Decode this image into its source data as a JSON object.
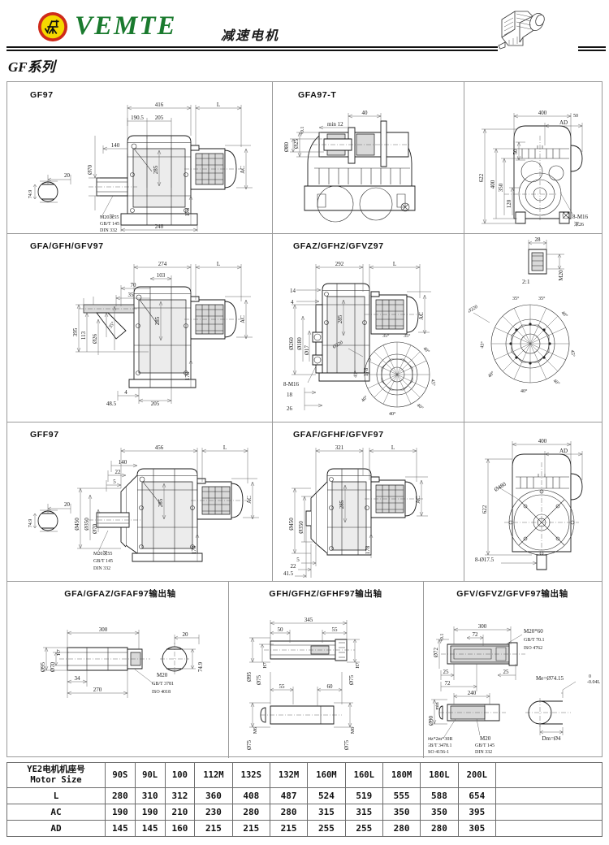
{
  "header": {
    "brand": "VEMTE",
    "subtitle": "减速电机",
    "logo_icon": "vemte-logo-icon",
    "gear_icon": "gearmotor-illustration-icon",
    "series_title": "GF系列"
  },
  "panels": {
    "gf97": {
      "title": "GF97",
      "dims": {
        "d416": "416",
        "L": "L",
        "d190_5": "190.5",
        "d205": "205",
        "d140": "140",
        "d285": "285",
        "d178": "178",
        "d240": "240",
        "AC": "AC",
        "d70": "Ø70",
        "key_w": "20",
        "key_h": "74.9"
      },
      "notes": [
        "M20深55",
        "GB/T 145",
        "DIN 332"
      ]
    },
    "gfa97t": {
      "title": "GFA97-T",
      "dims": {
        "d40": "40",
        "min12": "min 12",
        "d25": "Ø25",
        "d25tol": "+0.1",
        "d80": "Ø80"
      }
    },
    "right_top": {
      "dims": {
        "d400": "400",
        "AD": "AD",
        "d622": "622",
        "d400b": "400",
        "d350": "350",
        "d120": "120",
        "d50": "50"
      },
      "notes": [
        "8-M16",
        "深26"
      ]
    },
    "gfa_gfh_gfv97": {
      "title": "GFA/GFH/GFV97",
      "dims": {
        "d274": "274",
        "L": "L",
        "d103": "103",
        "d70": "70",
        "d35": "35",
        "d395": "395",
        "d113": "113",
        "d26": "Ø26",
        "d285": "285",
        "d178": "178",
        "d4": "4",
        "d48_5": "48.5",
        "d205": "205",
        "AC": "AC",
        "ang35": "35°"
      }
    },
    "gfaz_gfhz_gfvz97": {
      "title": "GFAZ/GFHZ/GFVZ97",
      "dims": {
        "d292": "292",
        "L": "L",
        "d14": "14",
        "d4": "4",
        "d260": "Ø260",
        "d180": "Ø180",
        "d17": "Ø17",
        "d285": "285",
        "d178": "178",
        "d18": "18",
        "d26": "26",
        "AC": "AC"
      },
      "notes": [
        "8-M16"
      ],
      "flange": {
        "dia": "Ø220",
        "angles": [
          "35°",
          "35°",
          "40°",
          "45°",
          "45°",
          "40°",
          "40°",
          "40°"
        ]
      }
    },
    "right_mid": {
      "detail": {
        "scale": "2:1",
        "d28": "28",
        "thread": "M20"
      },
      "flange": {
        "dia": "Ø220",
        "angles": [
          "35°",
          "35°",
          "40°",
          "45°",
          "45°",
          "40°",
          "40°",
          "40°"
        ]
      }
    },
    "gff97": {
      "title": "GFF97",
      "dims": {
        "d456": "456",
        "L": "L",
        "d140": "140",
        "d22": "22",
        "d5": "5",
        "d450": "Ø450",
        "d350": "Ø350",
        "d70": "Ø70",
        "d285": "285",
        "d178": "178",
        "AC": "AC",
        "key_w": "20",
        "key_h": "74.9"
      },
      "notes": [
        "M20深55",
        "GB/T 145",
        "DIN 332"
      ]
    },
    "gfaf_gfhf_gfvf97": {
      "title": "GFAF/GFHF/GFVF97",
      "dims": {
        "d321": "321",
        "L": "L",
        "d450": "Ø450",
        "d350": "Ø350",
        "d285": "285",
        "d178": "178",
        "AC": "AC",
        "d5": "5",
        "d22": "22",
        "d41_5": "41.5"
      }
    },
    "right_bot": {
      "dims": {
        "d400": "400",
        "AD": "AD",
        "d622": "622",
        "d480": "Ø480"
      },
      "notes": [
        "8-Ø17.5"
      ]
    },
    "shaft_gfa": {
      "title": "GFA/GFAZ/GFAF97输出轴",
      "dims": {
        "d300": "300",
        "d20": "20",
        "d95": "Ø95",
        "d70": "Ø70",
        "h7": "H7",
        "d34": "34",
        "d270": "270",
        "d74_9": "74.9"
      },
      "notes": [
        "M20",
        "GB/T 3781",
        "ISO 4018"
      ]
    },
    "shaft_gfh": {
      "title": "GFH/GFHZ/GFHF97输出轴",
      "dims": {
        "d345": "345",
        "d50": "50",
        "d55": "55",
        "d95": "Ø95",
        "d75a": "Ø75",
        "d75b": "Ø75",
        "d55b": "55",
        "d60": "60",
        "d75c": "Ø75",
        "d75d": "Ø75",
        "h7": "H7",
        "m6": "M6"
      }
    },
    "shaft_gfv": {
      "title": "GFV/GFVZ/GFVF97输出轴",
      "dims": {
        "d300": "300",
        "d72a": "72",
        "d25a": "25",
        "d25b": "25",
        "d72b": "72",
        "d72dia": "Ø72",
        "d72tol": "+0.1",
        "d90": "Ø90",
        "min": "min",
        "d240": "240",
        "me": "Me=Ø74.15",
        "me_tol": "0",
        "me_tol2": "-0.04L",
        "dm": "Dm=Ø4"
      },
      "notes": [
        "M20*60",
        "GB/T 70.1",
        "ISO 4762",
        "34z*2m*30R",
        "GB/T 3478.1",
        "ISO 4156-1",
        "M20",
        "GB/T 145",
        "DIN 332"
      ]
    }
  },
  "spec_table": {
    "header_zh": "YE2电机机座号",
    "header_en": "Motor Size",
    "columns": [
      "90S",
      "90L",
      "100",
      "112M",
      "132S",
      "132M",
      "160M",
      "160L",
      "180M",
      "180L",
      "200L"
    ],
    "rows": [
      {
        "label": "L",
        "values": [
          "280",
          "310",
          "312",
          "360",
          "408",
          "487",
          "524",
          "519",
          "555",
          "588",
          "654"
        ]
      },
      {
        "label": "AC",
        "values": [
          "190",
          "190",
          "210",
          "230",
          "280",
          "280",
          "315",
          "315",
          "350",
          "350",
          "395"
        ]
      },
      {
        "label": "AD",
        "values": [
          "145",
          "145",
          "160",
          "215",
          "215",
          "215",
          "255",
          "255",
          "280",
          "280",
          "305"
        ]
      }
    ]
  },
  "colors": {
    "brand_green": "#1a7a2e",
    "logo_red": "#cf2a1a",
    "logo_yellow": "#f5d800",
    "line": "#1a1a1a"
  }
}
